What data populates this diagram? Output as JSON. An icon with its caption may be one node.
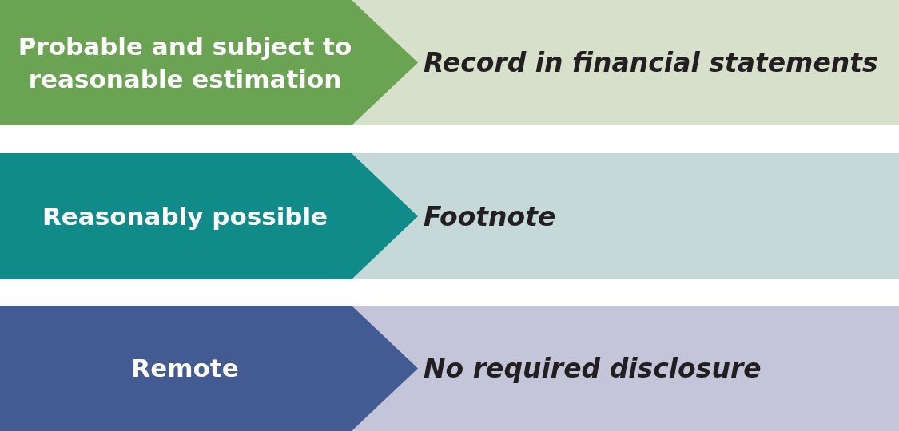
{
  "diagram": {
    "nodes": [
      {
        "text": [
          "Probable and subject to reasonable estimation"
        ]
      },
      {
        "text": [
          "Record in financial statements"
        ]
      },
      {
        "text": [
          "Reasonably possible"
        ]
      },
      {
        "text": [
          "Footnote"
        ]
      },
      {
        "text": [
          "Remote"
        ]
      },
      {
        "text": [
          "No required disclosure"
        ]
      }
    ]
  }
}
